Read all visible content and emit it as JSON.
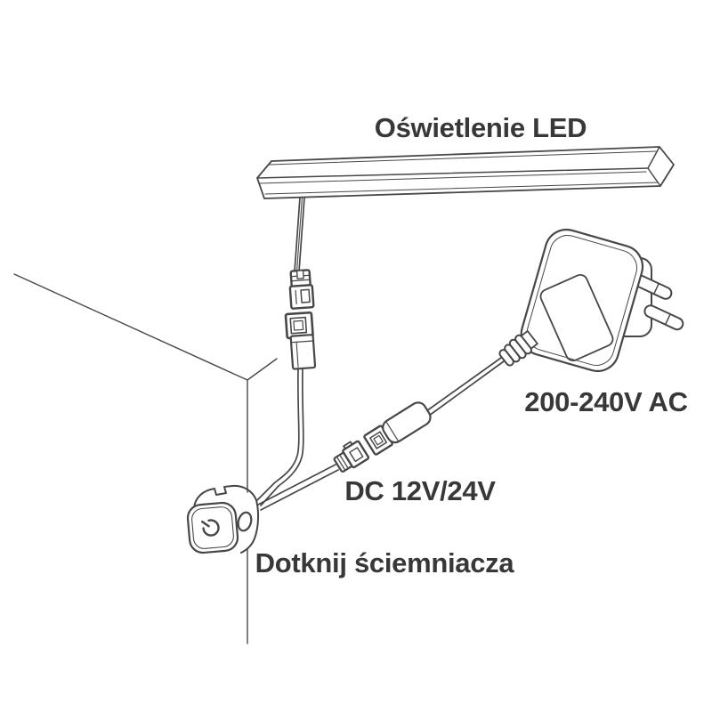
{
  "colors": {
    "background": "#ffffff",
    "line": "#474747",
    "text": "#383838"
  },
  "labels": {
    "led_light": "Oświetlenie LED",
    "ac_power": "200-240V AC",
    "dc_power": "DC 12V/24V",
    "touch_dimmer": "Dotknij ściemniacza"
  },
  "icons": {
    "power": "power-icon"
  }
}
